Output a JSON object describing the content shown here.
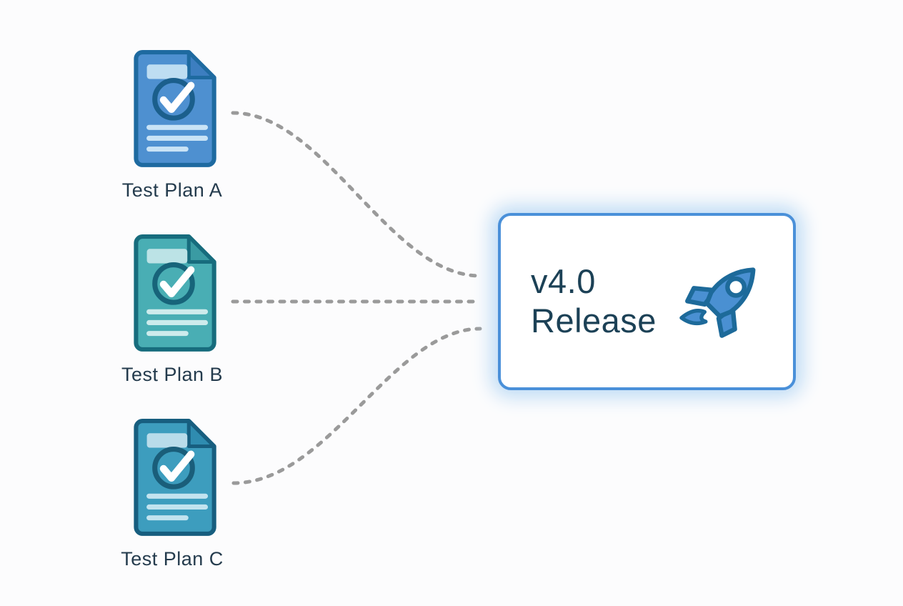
{
  "diagram": {
    "background": "#FCFCFD",
    "connector_color": "#9A9A9A",
    "label_color": "#243B4D",
    "documents": [
      {
        "label": "Test Plan A",
        "fill": "#4E90D0",
        "border": "#1E6AA0",
        "flap": "#3C7EC0",
        "header_bar": "#BEDDF2",
        "text_lines": "#C9E3F6",
        "check_ring": "#1B5F8C",
        "check_color": "#FFFFFF"
      },
      {
        "label": "Test Plan B",
        "fill": "#49AEB4",
        "border": "#176C7D",
        "flap": "#3A9BA3",
        "header_bar": "#BCE3E6",
        "text_lines": "#CDEBEC",
        "check_ring": "#17647A",
        "check_color": "#FFFFFF"
      },
      {
        "label": "Test Plan C",
        "fill": "#3D9DBE",
        "border": "#175E7F",
        "flap": "#2F8CB0",
        "header_bar": "#B9DCEA",
        "text_lines": "#C2E3EF",
        "check_ring": "#1A5E7A",
        "check_color": "#FFFFFF"
      }
    ],
    "release": {
      "version": "v4.0",
      "name": "Release",
      "text_color": "#1C4156",
      "border_color": "#4A90D9",
      "glow_color": "#BFDCF5",
      "background": "#FFFFFF",
      "rocket_fill": "#4A90D2",
      "rocket_outline": "#1D6A9A"
    }
  }
}
